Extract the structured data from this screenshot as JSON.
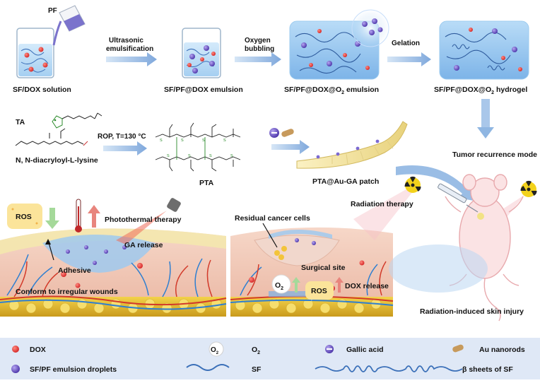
{
  "top_row": {
    "pf_label": "PF",
    "beaker1_caption": "SF/DOX solution",
    "step1_label": "Ultrasonic emulsification",
    "step1_line1": "Ultrasonic",
    "step1_line2": "emulsification",
    "beaker2_caption": "SF/PF@DOX emulsion",
    "step2_line1": "Oxygen",
    "step2_line2": "bubbling",
    "block1_caption_main": "SF/PF@DOX@O",
    "block1_caption_sub": "2",
    "block1_caption_tail": " emulsion",
    "step3_label": "Gelation",
    "block2_caption_main": "SF/PF@DOX@O",
    "block2_caption_sub": "2",
    "block2_caption_tail": " hydrogel"
  },
  "middle_row": {
    "ta_label": "TA",
    "lysine_label": "N, N-diacryloyl-L-lysine",
    "reaction_label": "ROP, T=130 °C",
    "polymer_label": "PTA",
    "patch_label": "PTA@Au-GA patch",
    "mode_label": "Tumor recurrence mode"
  },
  "bottom_left": {
    "ros_label": "ROS",
    "ptt_label": "Photothermal therapy",
    "ga_release_label": "GA release",
    "adhesive_label": "Adhesive",
    "conform_label": "Conform to irregular wounds"
  },
  "bottom_mid": {
    "residual_label": "Residual cancer cells",
    "surgical_label": "Surgical site",
    "o2_main": "O",
    "o2_sub": "2",
    "ros_label": "ROS",
    "dox_release_label": "DOX release"
  },
  "bottom_right": {
    "radiation_label": "Radiation therapy",
    "injury_label": "Radiation-induced skin injury"
  },
  "legend": {
    "dox": "DOX",
    "o2_icon_main": "O",
    "o2_icon_sub": "2",
    "o2_main": "O",
    "o2_sub": "2",
    "gallic": "Gallic acid",
    "au": "Au nanorods",
    "droplets": "SF/PF emulsion droplets",
    "sf": "SF",
    "beta": "β sheets of  SF"
  },
  "colors": {
    "dox_red": "#e0302e",
    "droplet_purple": "#6a4fc4",
    "sf_blue": "#3a6fb8",
    "gel_blue": "#8fc3ee",
    "arrow_blue": "#8fb6e2",
    "legend_bg": "#dfe8f6",
    "au_brown": "#c79a5c",
    "radiation_yellow": "#f3d21c"
  }
}
